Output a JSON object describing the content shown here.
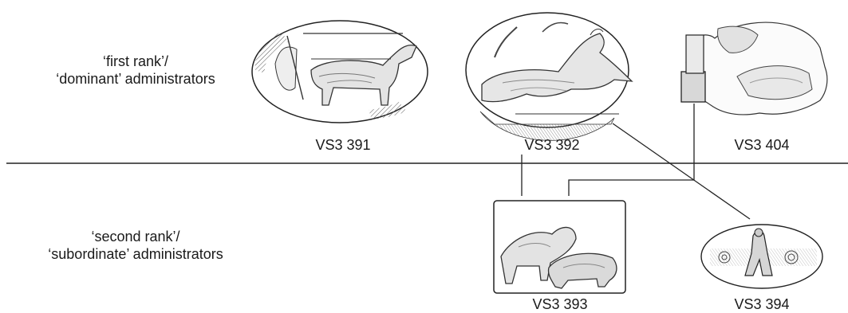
{
  "ranks": {
    "first": {
      "line1": "‘first rank’/",
      "line2": "‘dominant’ administrators"
    },
    "second": {
      "line1": "‘second rank’/",
      "line2": "‘subordinate’ administrators"
    }
  },
  "seals": [
    {
      "id": "VS3 391",
      "depiction": "chariot-drawn-by-horse"
    },
    {
      "id": "VS3 392",
      "depiction": "leaping-bull"
    },
    {
      "id": "VS3 404",
      "depiction": "fragmentary-animals"
    },
    {
      "id": "VS3 393",
      "depiction": "two-animals-fighting"
    },
    {
      "id": "VS3 394",
      "depiction": "figure-with-spirals"
    }
  ]
}
